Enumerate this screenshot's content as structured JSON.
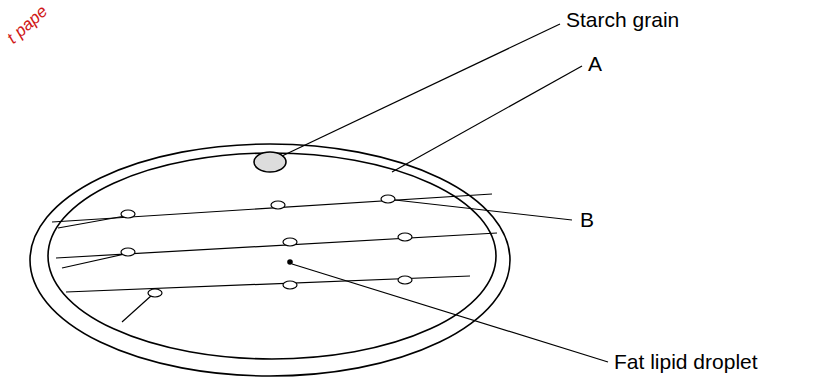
{
  "diagram": {
    "labels": [
      "t pape",
      "Starch grain",
      "A",
      "B",
      "Fat lipid droplet"
    ]
  }
}
